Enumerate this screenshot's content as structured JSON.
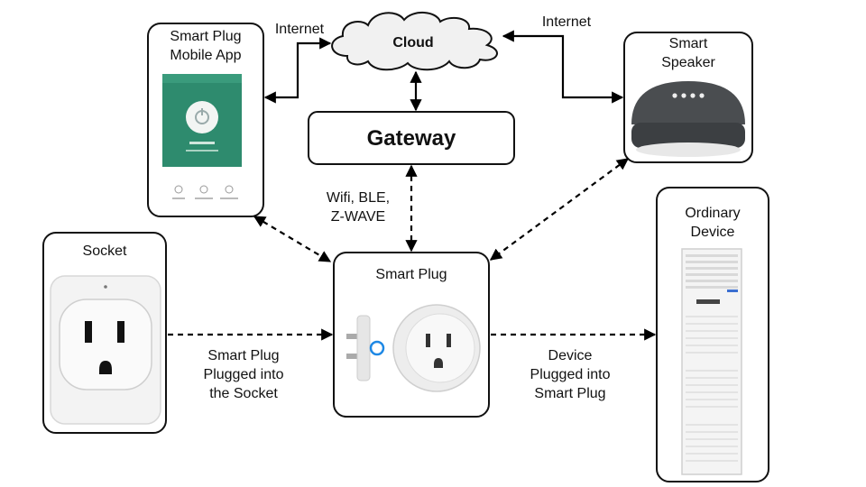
{
  "nodes": {
    "app": {
      "title_line1": "Smart Plug",
      "title_line2": "Mobile App"
    },
    "cloud": {
      "title": "Cloud"
    },
    "gateway": {
      "title": "Gateway"
    },
    "speaker": {
      "title_line1": "Smart",
      "title_line2": "Speaker"
    },
    "socket": {
      "title": "Socket"
    },
    "plug": {
      "title": "Smart Plug"
    },
    "device": {
      "title_line1": "Ordinary",
      "title_line2": "Device"
    }
  },
  "edges": {
    "internet_left": "Internet",
    "internet_right": "Internet",
    "wireless": {
      "line1": "Wifi, BLE,",
      "line2": "Z-WAVE"
    },
    "socket_plug": {
      "line1": "Smart Plug",
      "line2": "Plugged into",
      "line3": "the Socket"
    },
    "plug_device": {
      "line1": "Device",
      "line2": "Plugged into",
      "line3": "Smart Plug"
    }
  },
  "colors": {
    "app_screen": "#2e8b6e",
    "speaker_fabric": "#4a4d50",
    "plug_led": "#1e88e5"
  }
}
